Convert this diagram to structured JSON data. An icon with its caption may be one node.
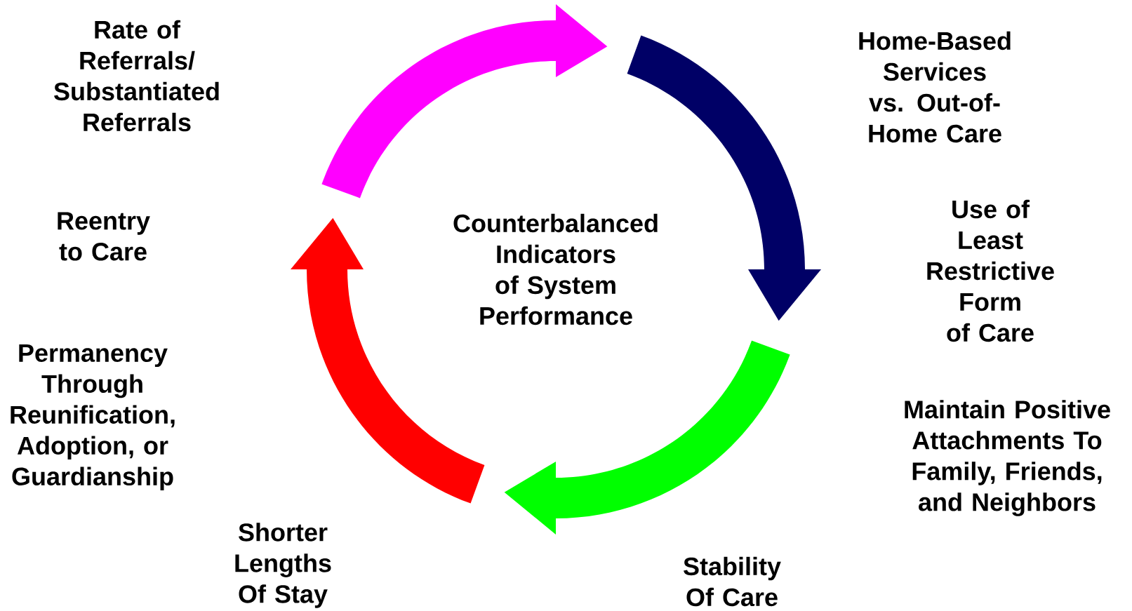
{
  "diagram": {
    "labels": [
      "Rate of Referrals/ Substantiated Referrals",
      "Home-Based Services vs. Out-of-Home Care",
      "Counterbalanced Indicators of System Performance",
      "Reentry to Care",
      "Use of Least Restrictive Form of Care",
      "Permanency Through Reunification, Adoption, or Guardianship",
      "Maintain Positive Attachments To Family, Friends, and Neighbors",
      "Shorter Lengths Of Stay",
      "Stability Of Care"
    ]
  }
}
